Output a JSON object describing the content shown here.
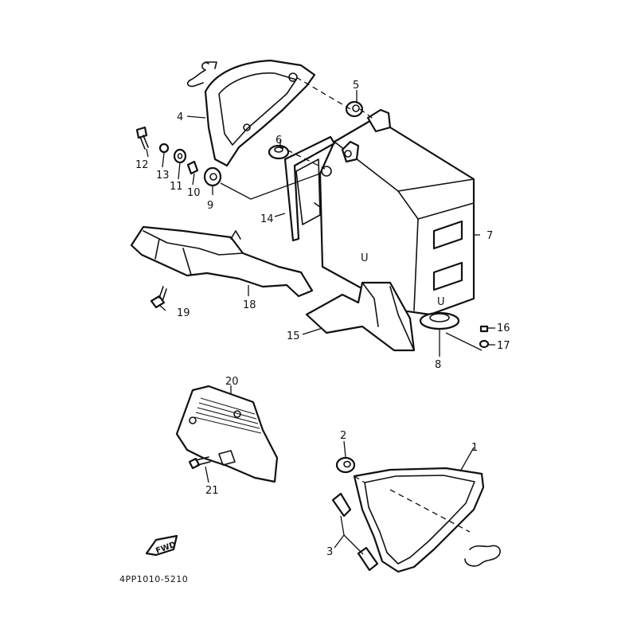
{
  "diagram": {
    "code": "4PP1010-5210",
    "fwd_label": "FWD",
    "callouts": {
      "p1": "1",
      "p2": "2",
      "p3": "3",
      "p4": "4",
      "p5": "5",
      "p6": "6",
      "p7": "7",
      "p8": "8",
      "p9": "9",
      "p10": "10",
      "p11": "11",
      "p12": "12",
      "p13": "13",
      "p14": "14",
      "p15": "15",
      "p16": "16",
      "p17": "17",
      "p18": "18",
      "p19": "19",
      "p20": "20",
      "p21": "21"
    }
  }
}
